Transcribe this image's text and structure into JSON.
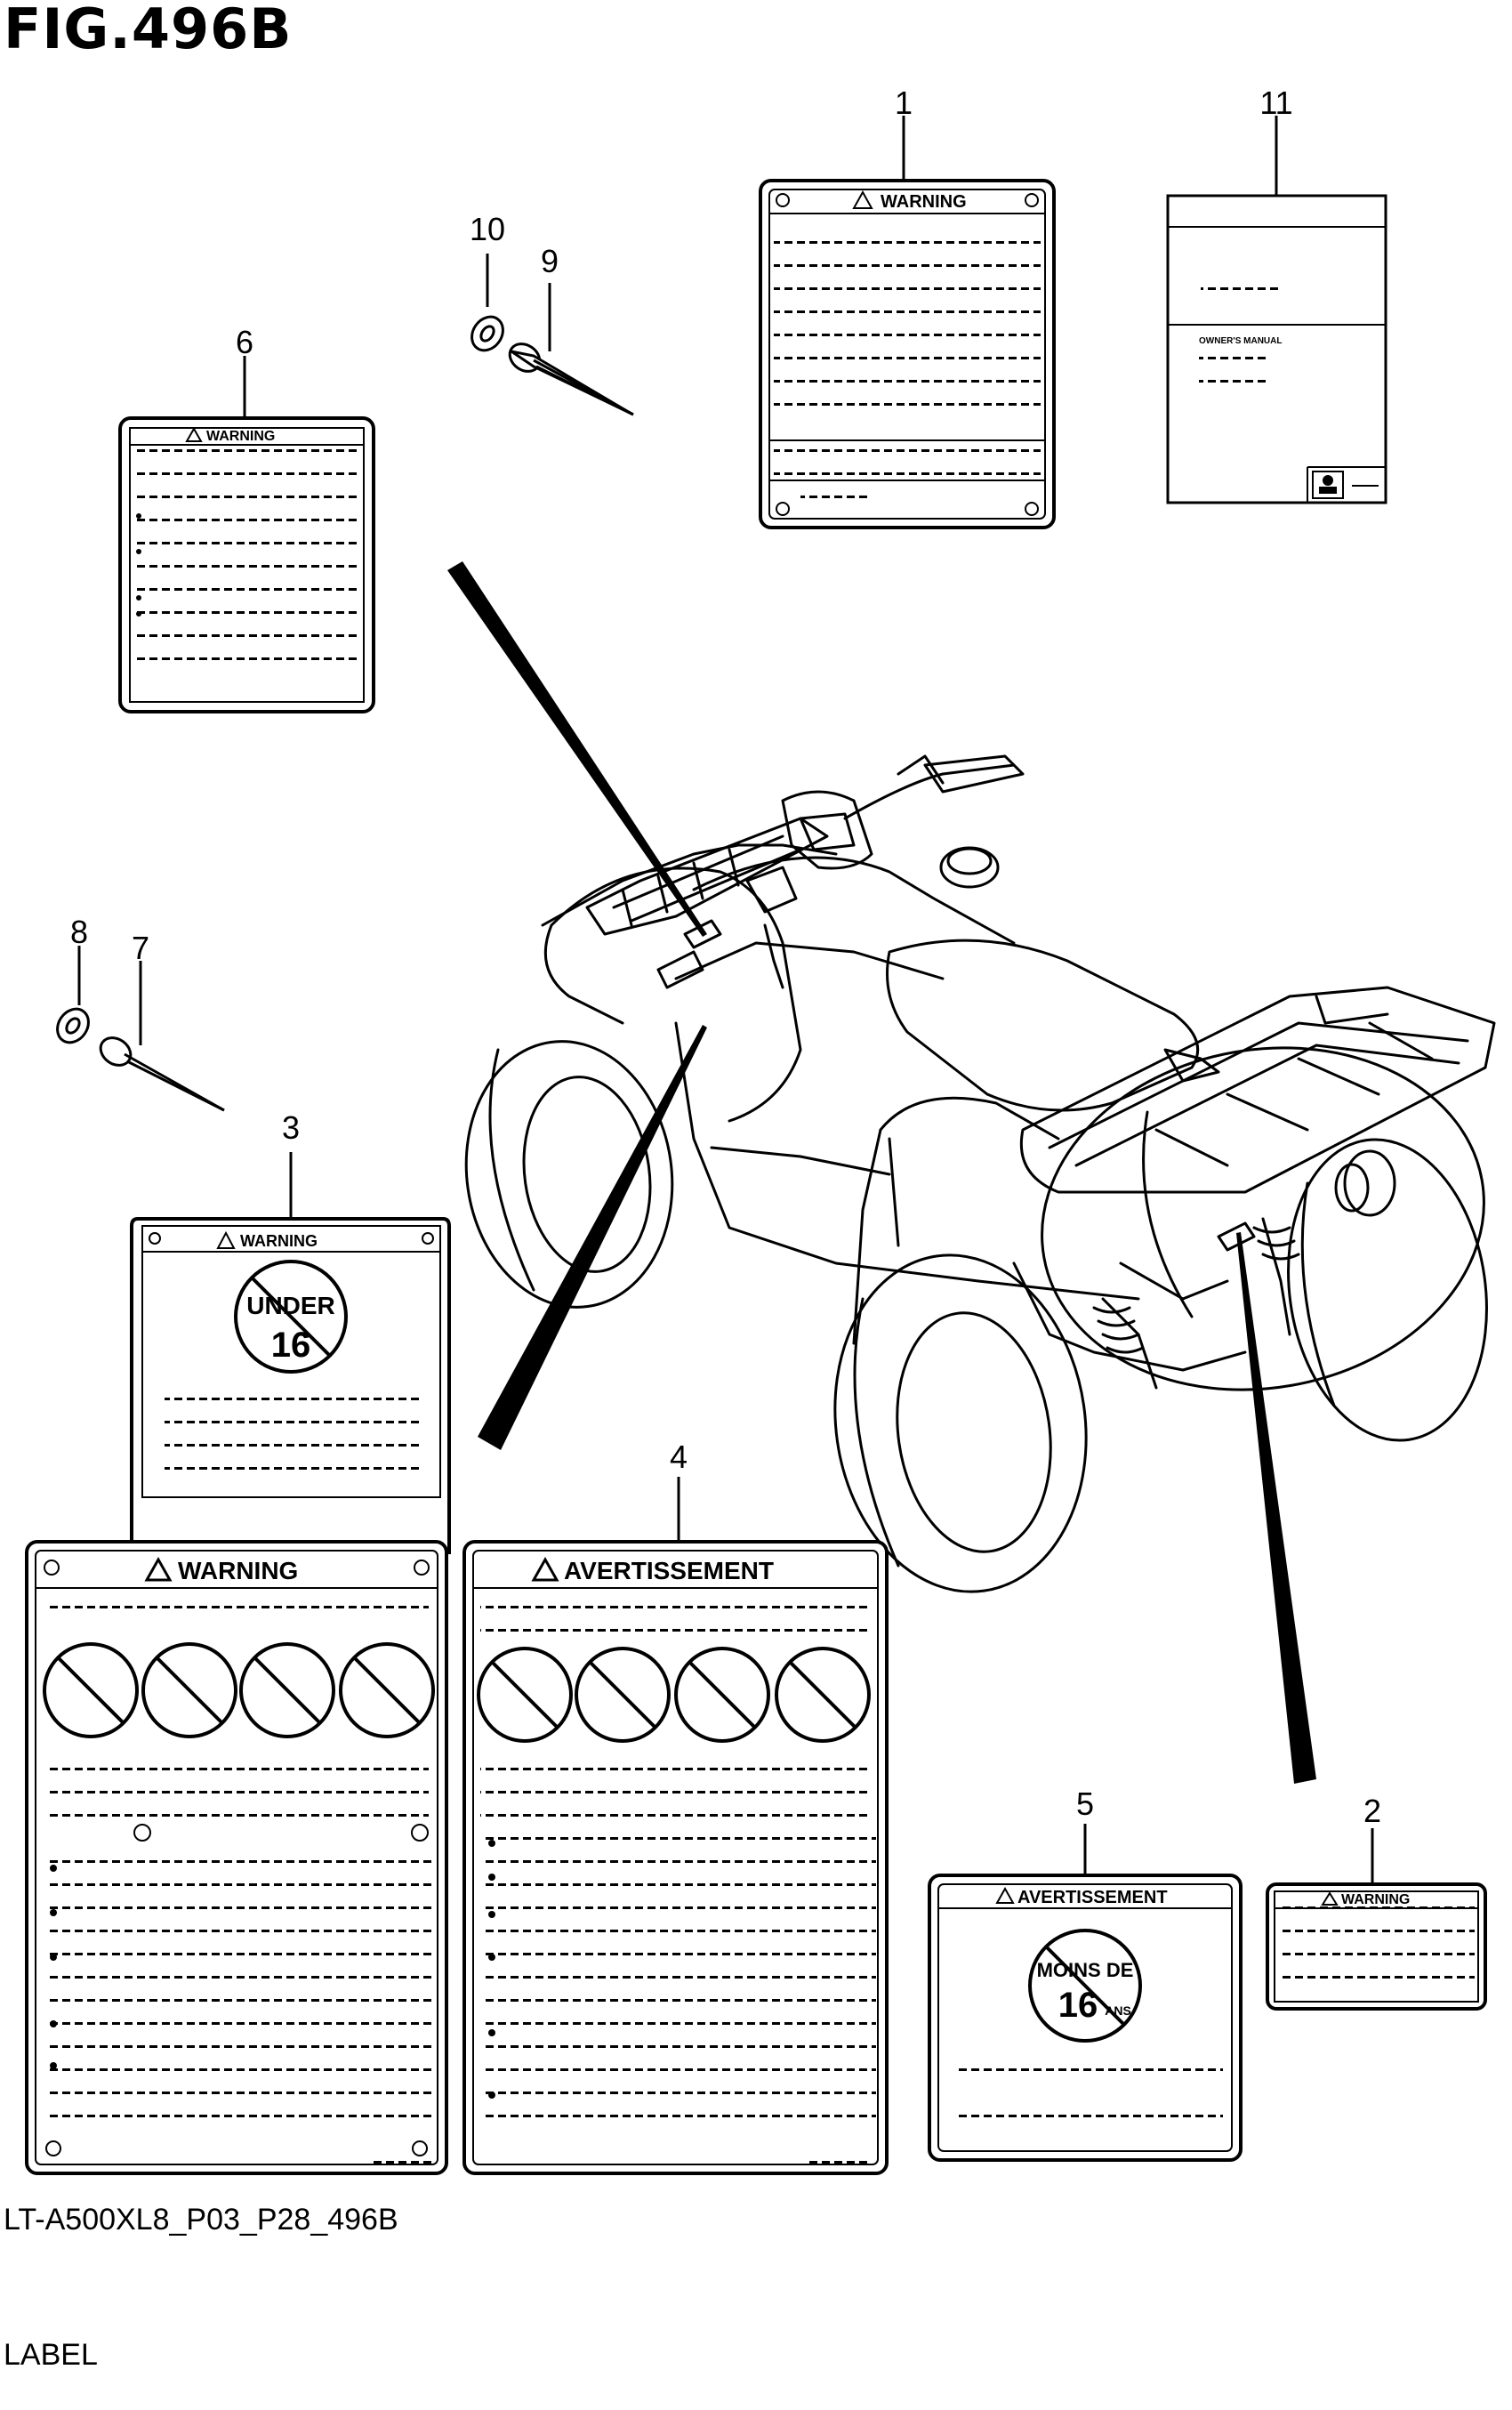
{
  "figure": {
    "title": "FIG.496B",
    "code": "LT-A500XL8_P03_P28_496B",
    "name": "LABEL"
  },
  "callouts": [
    {
      "num": "1"
    },
    {
      "num": "2"
    },
    {
      "num": "3"
    },
    {
      "num": "4"
    },
    {
      "num": "5"
    },
    {
      "num": "6"
    },
    {
      "num": "7"
    },
    {
      "num": "8"
    },
    {
      "num": "9"
    },
    {
      "num": "10"
    },
    {
      "num": "11"
    }
  ],
  "labels": {
    "label1_header": "WARNING",
    "label6_header": "WARNING",
    "label2_header": "WARNING",
    "label3_header": "WARNING",
    "label3_circle_line1": "UNDER",
    "label3_circle_line2": "16",
    "label3b_header": "WARNING",
    "label4_header": "AVERTISSEMENT",
    "label5_header": "AVERTISSEMENT",
    "label5_circle_line1": "MOINS DE",
    "label5_circle_line2": "16",
    "label5_circle_line3": "ANS",
    "label11_title": "OWNER'S MANUAL"
  },
  "colors": {
    "ink": "#000000",
    "paper": "#ffffff"
  }
}
